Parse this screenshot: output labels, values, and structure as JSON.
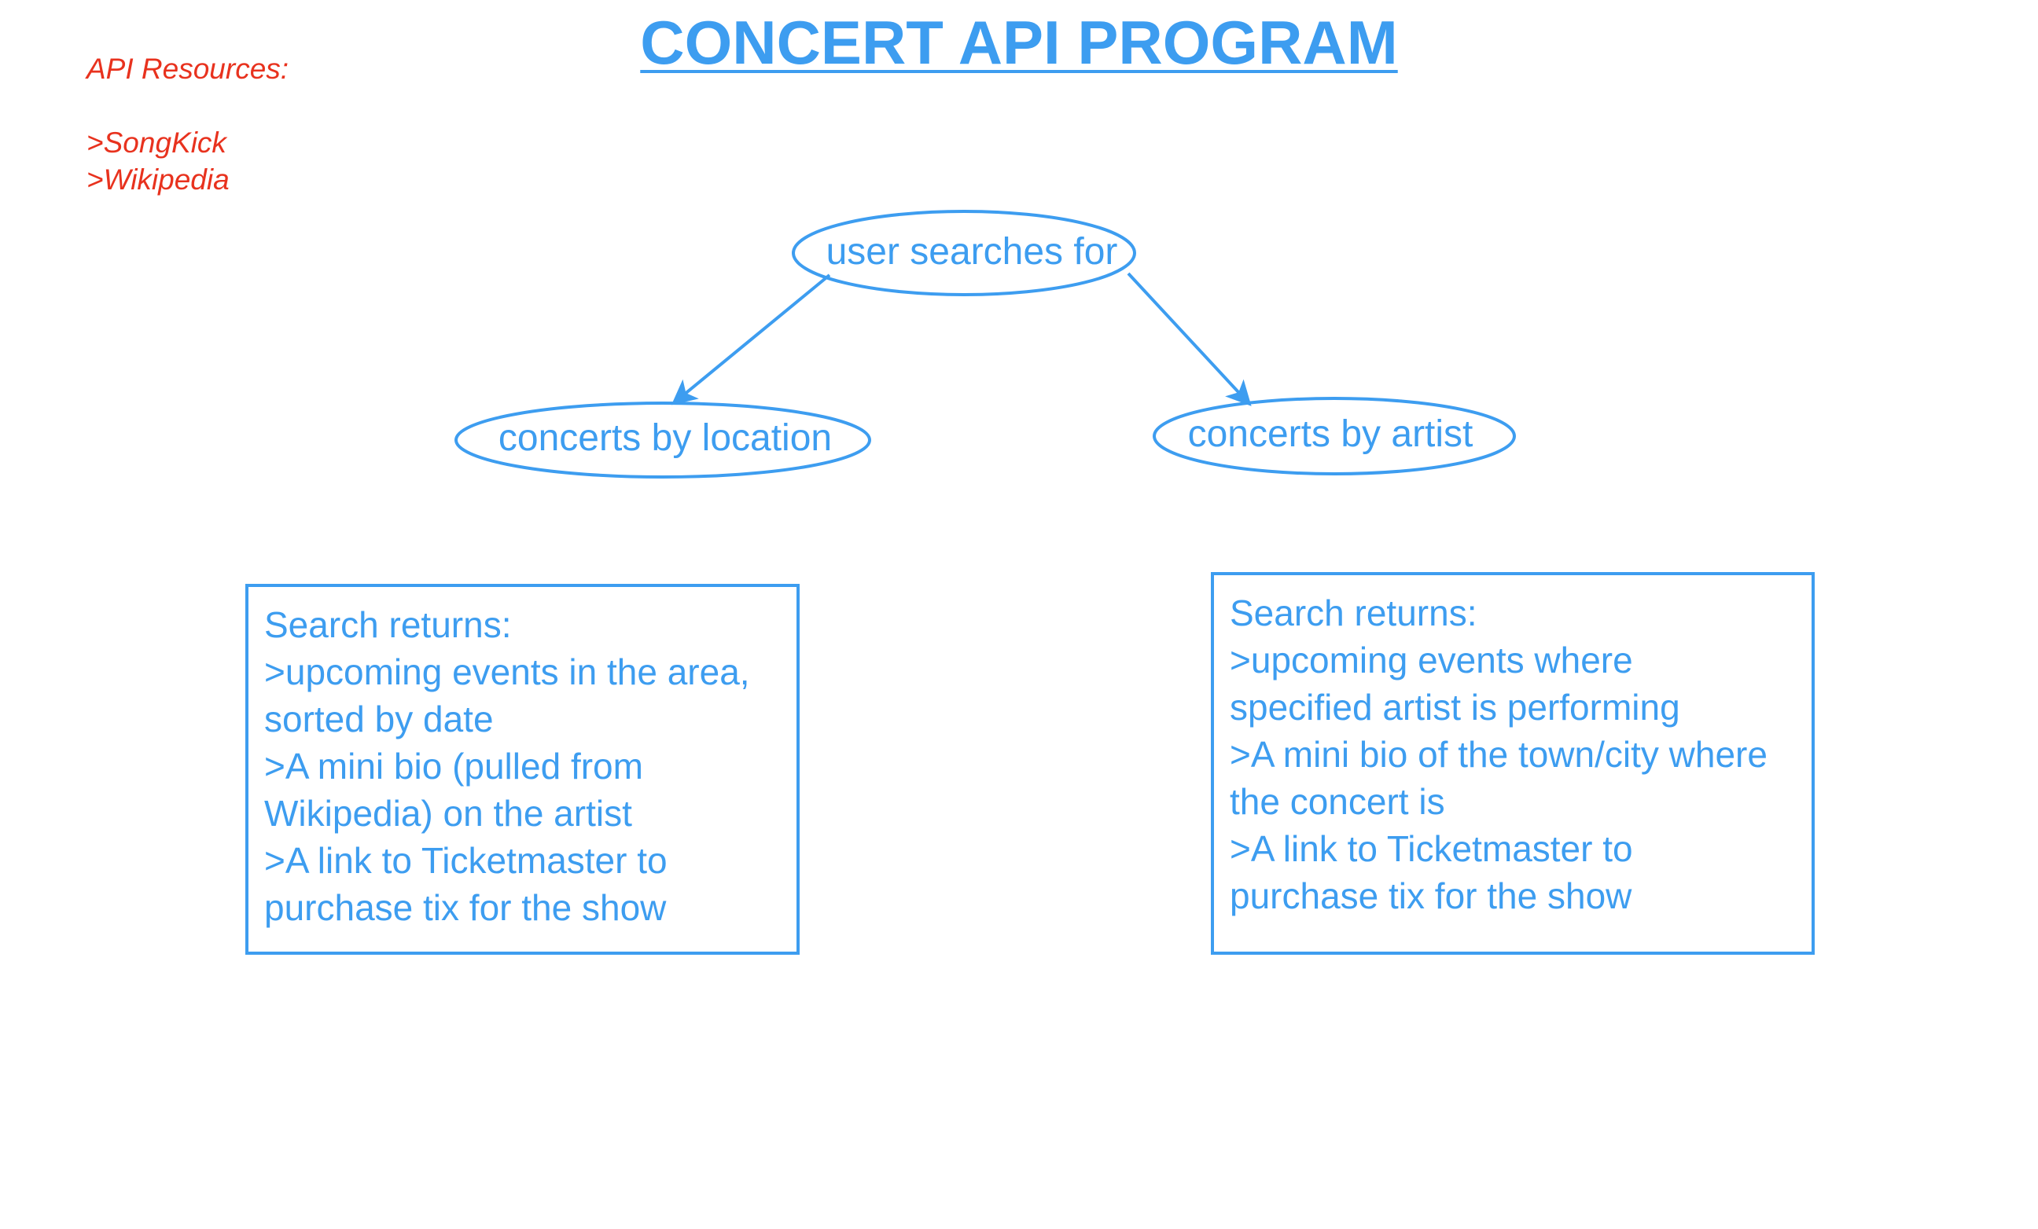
{
  "title": "CONCERT API PROGRAM",
  "resources": {
    "heading": "API Resources:",
    "items": [
      ">SongKick",
      ">Wikipedia"
    ]
  },
  "nodes": {
    "root": "user searches for",
    "left": "concerts by location",
    "right": "concerts by artist"
  },
  "boxes": {
    "left": {
      "lines": [
        "Search returns:",
        ">upcoming events in the area,",
        "sorted by date",
        ">A mini bio (pulled from",
        "Wikipedia) on the artist",
        ">A link to Ticketmaster to",
        "purchase tix for the show"
      ]
    },
    "right": {
      "lines": [
        "Search returns:",
        ">upcoming events where",
        "specified artist is performing",
        ">A mini bio of the town/city where",
        "the concert is",
        ">A link to Ticketmaster to",
        "purchase tix for the show"
      ]
    }
  },
  "colors": {
    "diagram": "#3d9df0",
    "resources": "#e8321e"
  }
}
